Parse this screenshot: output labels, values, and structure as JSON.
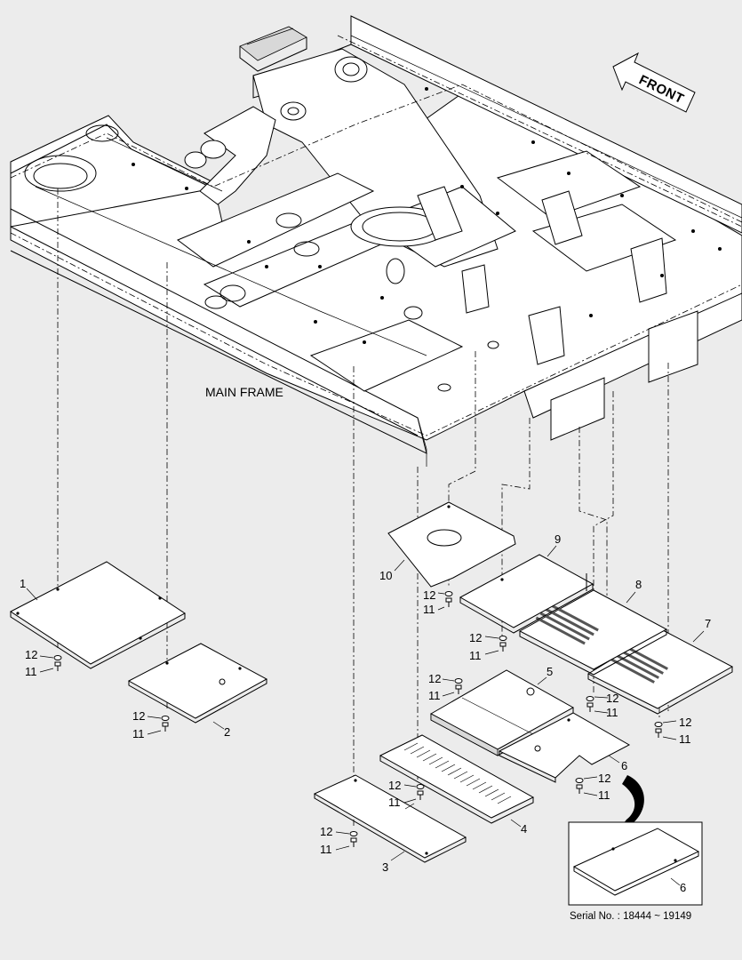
{
  "labels": {
    "main_frame": "MAIN FRAME",
    "front": "FRONT",
    "serial": "Serial No. : 18444 ~ 19149"
  },
  "parts": {
    "p1": "1",
    "p2": "2",
    "p3": "3",
    "p4": "4",
    "p5": "5",
    "p6": "6",
    "p6b": "6",
    "p7": "7",
    "p8": "8",
    "p9": "9",
    "p10": "10",
    "washer": "12",
    "bolt": "11"
  }
}
